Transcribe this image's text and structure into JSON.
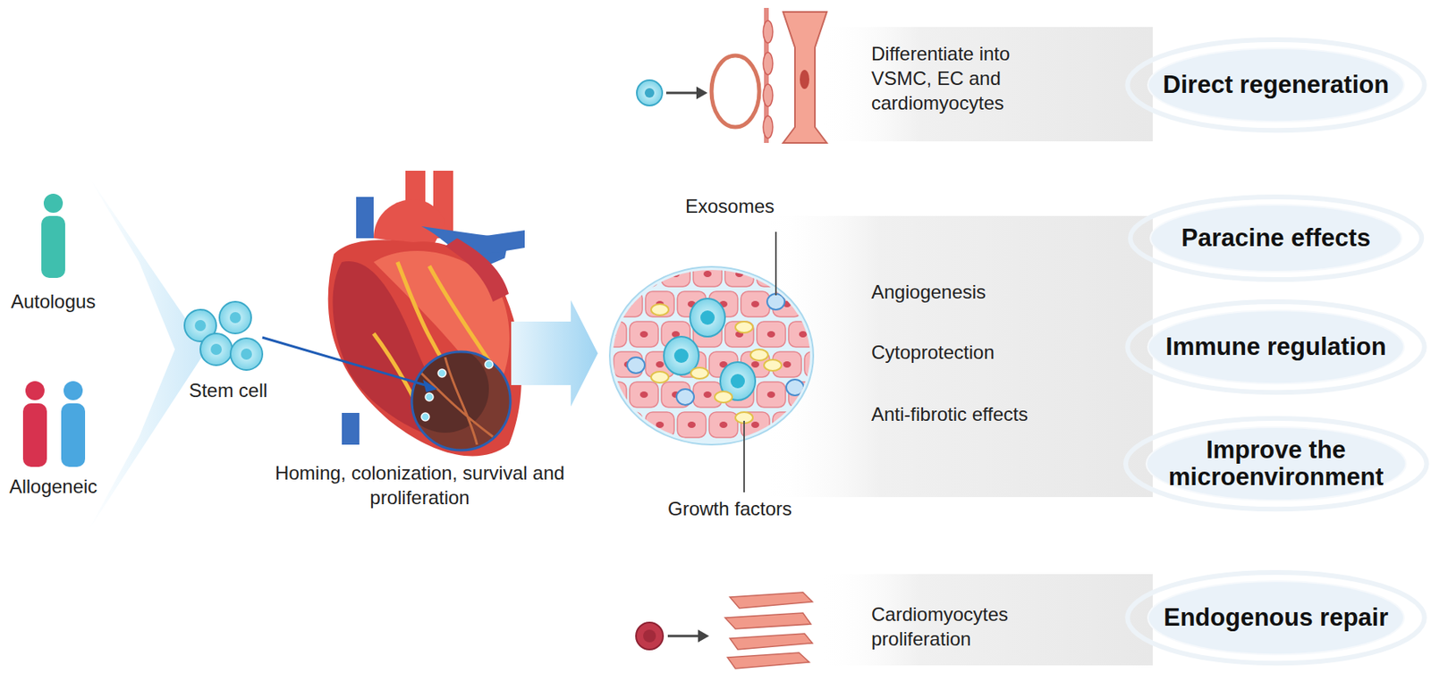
{
  "diagram": {
    "nodes": [
      {
        "text": [
          "Direct regeneration"
        ]
      },
      {
        "text": [
          "Paracine effects"
        ]
      },
      {
        "text": [
          "Immune regulation"
        ]
      },
      {
        "text": [
          "Improve the microenvironment"
        ]
      },
      {
        "text": [
          "Endogenous repair"
        ]
      }
    ],
    "labels": [
      "Autologus",
      "Allogeneic",
      "Stem cell",
      "Homing, colonization, survival and proliferation",
      "Differentiate into VSMC, EC and cardiomyocytes",
      "Exosomes",
      "Angiogenesis",
      "Cytoprotection",
      "Anti-fibrotic effects",
      "Growth factors",
      "Cardiomyocytes proliferation"
    ]
  }
}
